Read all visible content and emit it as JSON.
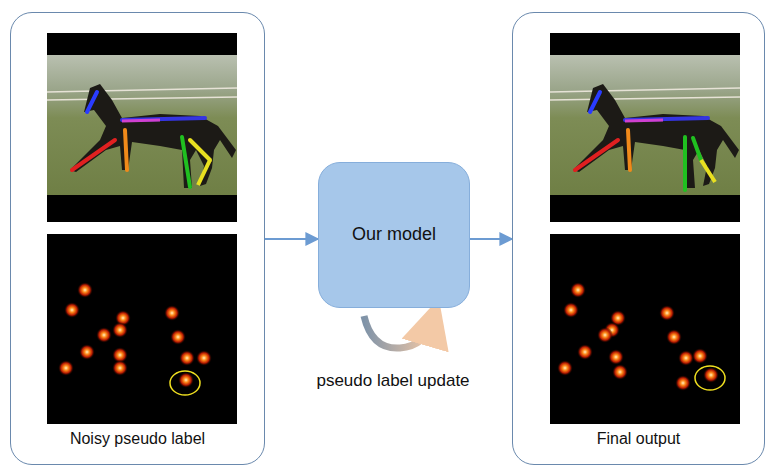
{
  "diagram": {
    "nodes": [
      {
        "text": [
          "Noisy pseudo label"
        ]
      },
      {
        "text": [
          "Our model"
        ]
      },
      {
        "text": [
          "Final output"
        ]
      }
    ],
    "edges": [
      {
        "from": 0,
        "to": 1,
        "arrow": "to"
      },
      {
        "from": 1,
        "to": 2,
        "arrow": "to"
      }
    ],
    "labels": [
      "pseudo label update"
    ]
  }
}
